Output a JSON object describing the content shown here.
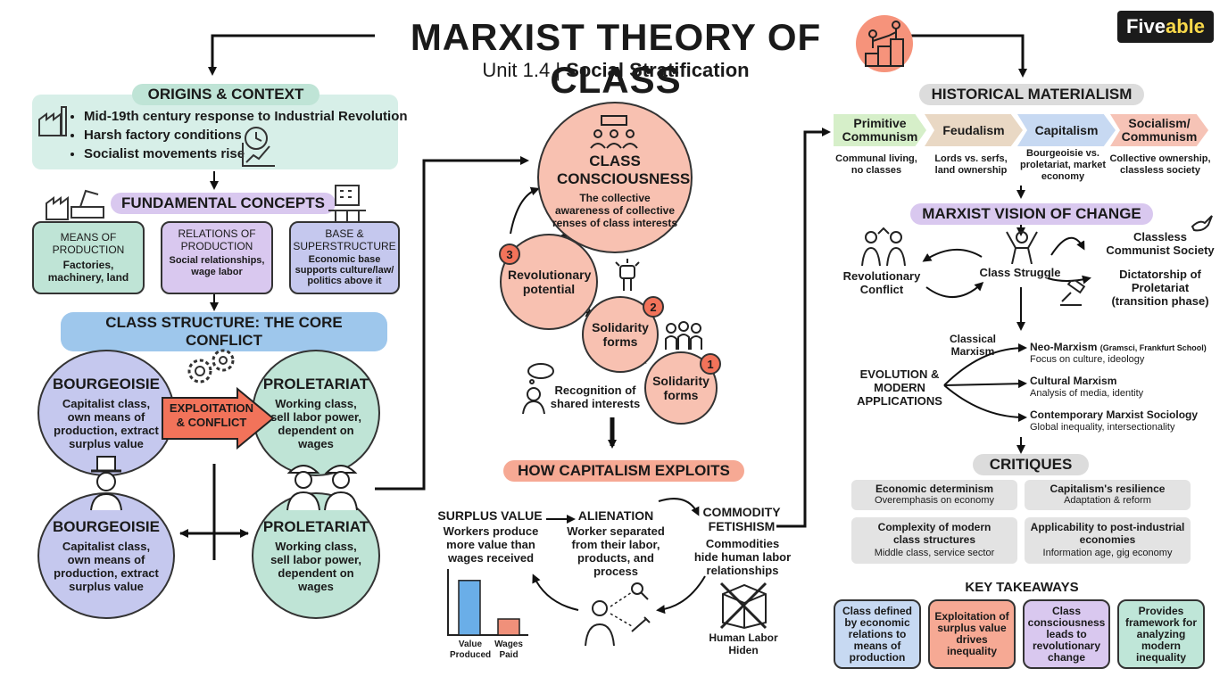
{
  "header": {
    "title": "MARXIST THEORY OF CLASS",
    "subtitle_unit": "Unit 1.4 | ",
    "subtitle_topic": "Social Stratification",
    "brand_a": "Five",
    "brand_b": "able"
  },
  "origins": {
    "title": "ORIGINS & CONTEXT",
    "items": [
      "Mid-19th century response to Industrial Revolution",
      "Harsh factory conditions",
      "Socialist movements rise"
    ]
  },
  "fundamental": {
    "title": "FUNDAMENTAL CONCEPTS",
    "means_title": "MEANS OF PRODUCTION",
    "means_desc": "Factories, machinery, land",
    "relations_title": "RELATIONS OF PRODUCTION",
    "relations_desc": "Social relationships, wage labor",
    "base_title": "BASE & SUPERSTRUCTURE",
    "base_desc": "Economic base supports culture/law/ politics above it"
  },
  "class_structure": {
    "title": "CLASS STRUCTURE: THE CORE CONFLICT",
    "bourgeoisie": "BOURGEOISIE",
    "bourgeoisie_desc": "Capitalist class, own means of production, extract surplus value",
    "proletariat": "PROLETARIAT",
    "proletariat_desc": "Working class, sell labor power, dependent on wages",
    "conflict_a": "EXPLOITATION",
    "conflict_b": "& CONFLICT"
  },
  "consciousness": {
    "title": "CLASS CONSCIOUSNESS",
    "desc": "The collective awareness of collective renses of class interests",
    "revolutionary": "Revolutionary potential",
    "solidarity": "Solidarity forms",
    "recognition": "Recognition of shared interests",
    "num1": "1",
    "num2": "2",
    "num3": "3"
  },
  "exploits": {
    "title": "HOW CAPITALISM EXPLOITS",
    "surplus_title": "SURPLUS VALUE",
    "surplus_desc": "Workers produce more value than wages received",
    "alienation_title": "ALIENATION",
    "alienation_desc": "Worker separated from their labor, products, and process",
    "commodity_title": "COMMODITY FETISHISM",
    "commodity_desc": "Commodities hide human labor relationships",
    "hidden_label": "Human Labor Hiden"
  },
  "chart_data": {
    "type": "bar",
    "categories": [
      "Value Produced",
      "Wages Paid"
    ],
    "values": [
      85,
      25
    ],
    "colors": [
      "#6aaee8",
      "#f0907a"
    ]
  },
  "historical": {
    "title": "HISTORICAL MATERIALISM",
    "stages": [
      {
        "label": "Primitive Communism",
        "desc": "Communal living, no classes",
        "color": "#d6efc9"
      },
      {
        "label": "Feudalism",
        "desc": "Lords vs. serfs, land ownership",
        "color": "#e9d8c4"
      },
      {
        "label": "Capitalism",
        "desc": "Bourgeoisie vs. proletariat, market economy",
        "color": "#c7d9f2"
      },
      {
        "label": "Socialism/ Communism",
        "desc": "Collective ownership, classless society",
        "color": "#f6c3b6"
      }
    ]
  },
  "vision": {
    "title": "MARXIST VISION OF CHANGE",
    "struggle": "Class Struggle",
    "conflict": "Revolutionary Conflict",
    "classless": "Classless Communist Society",
    "dictatorship": "Dictatorship of Proletariat (transition phase)"
  },
  "evolution": {
    "title": "EVOLUTION & MODERN APPLICATIONS",
    "classical": "Classical Marxism",
    "neo_title": "Neo-Marxism",
    "neo_note": "(Gramsci, Frankfurt School)",
    "neo_desc": "Focus on culture, ideology",
    "cultural_title": "Cultural Marxism",
    "cultural_desc": "Analysis of media, identity",
    "contemporary_title": "Contemporary Marxist Sociology",
    "contemporary_desc": "Global inequality, intersectionality"
  },
  "critiques": {
    "title": "CRITIQUES",
    "items": [
      {
        "title": "Economic determinism",
        "desc": "Overemphasis on economy"
      },
      {
        "title": "Capitalism's resilience",
        "desc": "Adaptation & reform"
      },
      {
        "title": "Complexity of modern class structures",
        "desc": "Middle class, service sector"
      },
      {
        "title": "Applicability to post-industrial economies",
        "desc": "Information age, gig economy"
      }
    ]
  },
  "takeaways": {
    "title": "KEY TAKEAWAYS",
    "items": [
      {
        "text": "Class defined by economic relations to means of production",
        "color": "#c7d9f2"
      },
      {
        "text": "Exploitation of surplus value drives inequality",
        "color": "#f6a994"
      },
      {
        "text": "Class consciousness leads to revolutionary change",
        "color": "#d9c8ef"
      },
      {
        "text": "Provides framework for analyzing modern inequality",
        "color": "#bfe6d8"
      }
    ]
  },
  "colors": {
    "bourgeoisie": "#c5c8ee",
    "proletariat": "#bfe4d6",
    "accent": "#f2735a",
    "origins_bg": "#d7efe8",
    "consciousness": "#f8c1b1"
  }
}
